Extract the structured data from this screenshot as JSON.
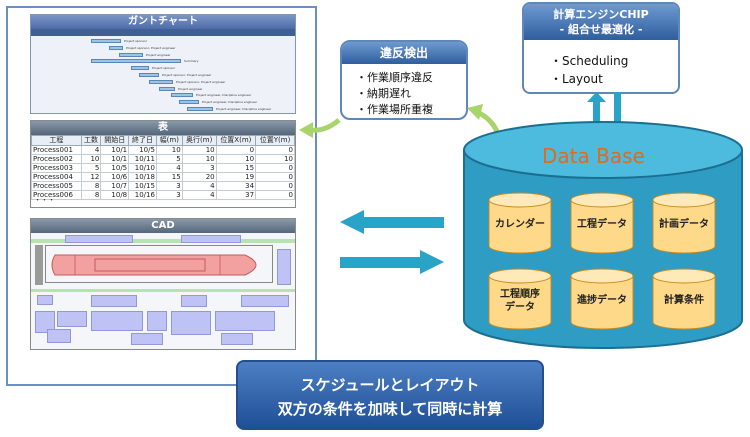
{
  "gantt": {
    "title": "ガントチャート",
    "rows": [
      {
        "label": "Project sponsor"
      },
      {
        "label": "Project sponsor, Project engineer"
      },
      {
        "label": "Project engineer"
      },
      {
        "label": "Summary"
      },
      {
        "label": "Project sponsor"
      },
      {
        "label": "Project sponsor, Project engineer"
      },
      {
        "label": "Project sponsor, Project engineer"
      },
      {
        "label": "Project engineer"
      },
      {
        "label": "Project engineer, Discipline engineer"
      },
      {
        "label": "Project engineer, Discipline engineer"
      },
      {
        "label": "Project engineer, Discipline engineer"
      }
    ]
  },
  "table": {
    "title": "表",
    "headers": [
      "工程",
      "工数",
      "開始日",
      "終了日",
      "幅(m)",
      "奥行(m)",
      "位置X(m)",
      "位置Y(m)"
    ],
    "rows": [
      [
        "Process001",
        "4",
        "10/1",
        "10/5",
        "10",
        "10",
        "0",
        "0"
      ],
      [
        "Process002",
        "10",
        "10/1",
        "10/11",
        "5",
        "10",
        "10",
        "10"
      ],
      [
        "Process003",
        "5",
        "10/5",
        "10/10",
        "4",
        "3",
        "15",
        "0"
      ],
      [
        "Process004",
        "12",
        "10/6",
        "10/18",
        "15",
        "20",
        "19",
        "0"
      ],
      [
        "Process005",
        "8",
        "10/7",
        "10/15",
        "3",
        "4",
        "34",
        "0"
      ],
      [
        "Process006",
        "8",
        "10/8",
        "10/16",
        "3",
        "4",
        "37",
        "0"
      ]
    ],
    "ellipsis": "・・・"
  },
  "cad": {
    "title": "CAD"
  },
  "violation": {
    "title": "違反検出",
    "items": [
      "・作業順序違反",
      "・納期遅れ",
      "・作業場所重複"
    ]
  },
  "engine": {
    "title_line1": "計算エンジンCHIP",
    "title_line2": "- 組合せ最適化 -",
    "items": [
      "・Scheduling",
      "・Layout"
    ]
  },
  "database": {
    "caption": "Data Base",
    "items": [
      "カレンダー",
      "工程データ",
      "計画データ",
      "工程順序\nデータ",
      "進捗データ",
      "計算条件"
    ]
  },
  "banner": {
    "line1": "スケジュールとレイアウト",
    "line2": "双方の条件を加味して同時に計算"
  },
  "colors": {
    "accent": "#2f5e9e",
    "db_fill": "#3aa6c9",
    "db_text": "#e26a1d",
    "arrow": "#2aa3c8",
    "callout_arrow": "#a9d36b"
  }
}
